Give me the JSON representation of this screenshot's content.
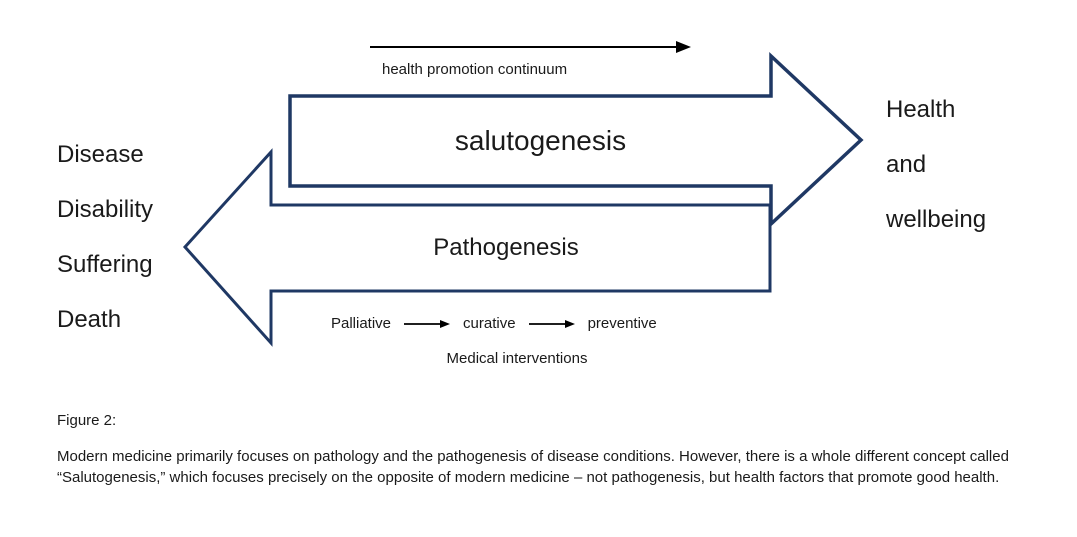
{
  "diagram": {
    "arrow_color": "#1f3864",
    "top_arrow_label": "health promotion continuum",
    "salutogenesis_label": "salutogenesis",
    "pathogenesis_label": "Pathogenesis",
    "left_labels": [
      "Disease",
      "Disability",
      "Suffering",
      "Death"
    ],
    "right_labels": [
      "Health",
      "and",
      "wellbeing"
    ],
    "interventions": [
      "Palliative",
      "curative",
      "preventive"
    ],
    "interventions_caption": "Medical interventions"
  },
  "caption": {
    "figure_label": "Figure 2:",
    "body": "Modern medicine primarily focuses on pathology and the pathogenesis of disease conditions. However, there is a whole different concept called “Salutogenesis,” which focuses precisely on the opposite of modern medicine – not pathogenesis, but health factors that promote good health."
  }
}
